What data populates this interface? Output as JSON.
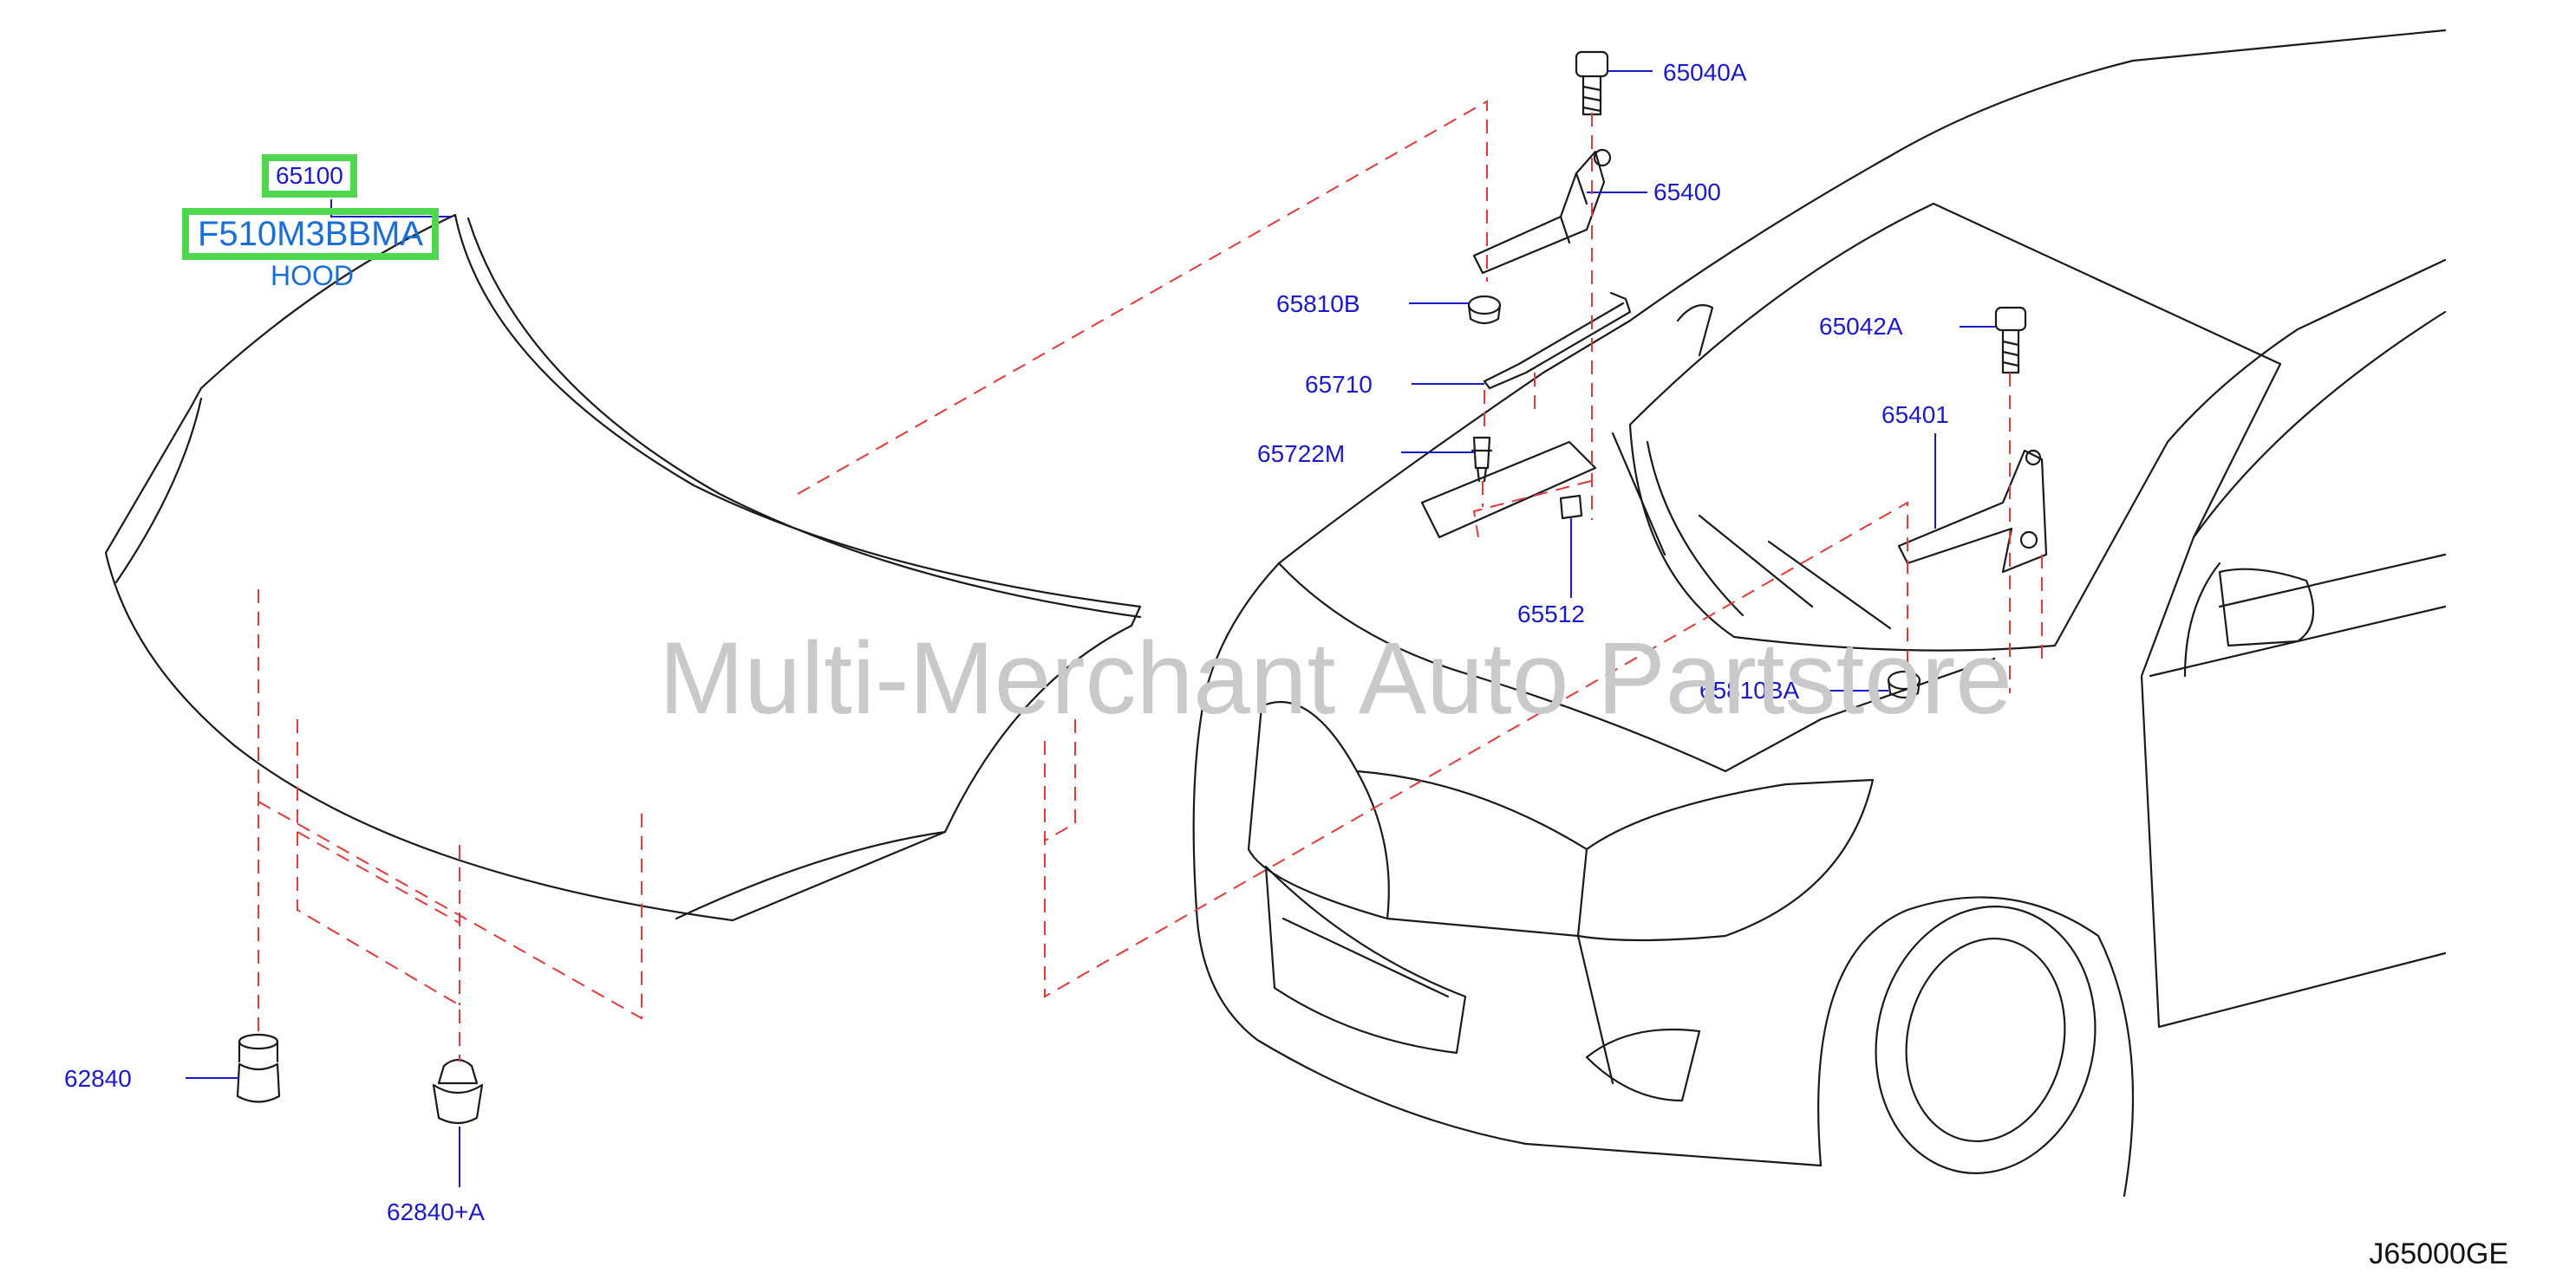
{
  "diagram_code": "J65000GE",
  "watermark": "Multi-Merchant Auto Partstore",
  "hood_label": "HOOD",
  "highlight_color": "#4fd84f",
  "label_color": "#1a1ac8",
  "parts": [
    {
      "id": "p65100",
      "number": "65100",
      "highlighted": true
    },
    {
      "id": "pF510",
      "number": "F510M3BBMA",
      "highlighted": true
    },
    {
      "id": "p65040A",
      "number": "65040A"
    },
    {
      "id": "p65400",
      "number": "65400"
    },
    {
      "id": "p65810B",
      "number": "65810B"
    },
    {
      "id": "p65710",
      "number": "65710"
    },
    {
      "id": "p65722M",
      "number": "65722M"
    },
    {
      "id": "p65512",
      "number": "65512"
    },
    {
      "id": "p65042A",
      "number": "65042A"
    },
    {
      "id": "p65401",
      "number": "65401"
    },
    {
      "id": "p65810BA",
      "number": "65810BA"
    },
    {
      "id": "p62840",
      "number": "62840"
    },
    {
      "id": "p62840A",
      "number": "62840+A"
    }
  ]
}
